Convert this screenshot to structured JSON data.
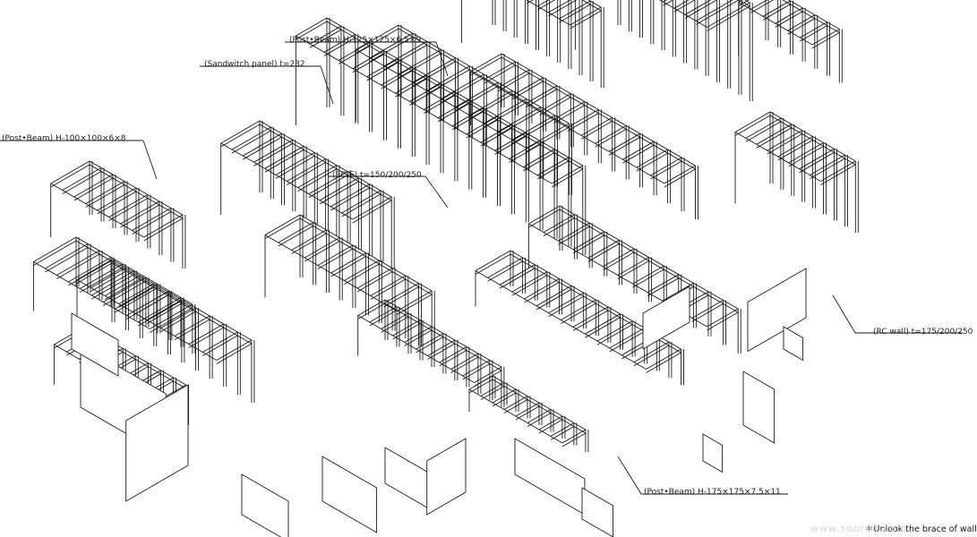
{
  "labels": {
    "post_beam_125": "(Post•Beam) H-125×125×6.5×9",
    "sandwich_panel": "(Sandwitch panel) t=232",
    "post_beam_100": "(Post•Beam) H-100×100×6×8",
    "rc_floor": "(RC床) t=150/200/250",
    "rc_wall": "(RC wall) t=175/200/250",
    "post_beam_175": "(Post•Beam) H-175×175×7.5×11"
  },
  "footnote": "＊Unlook the brace of wall",
  "watermark": "www.sooren.com"
}
